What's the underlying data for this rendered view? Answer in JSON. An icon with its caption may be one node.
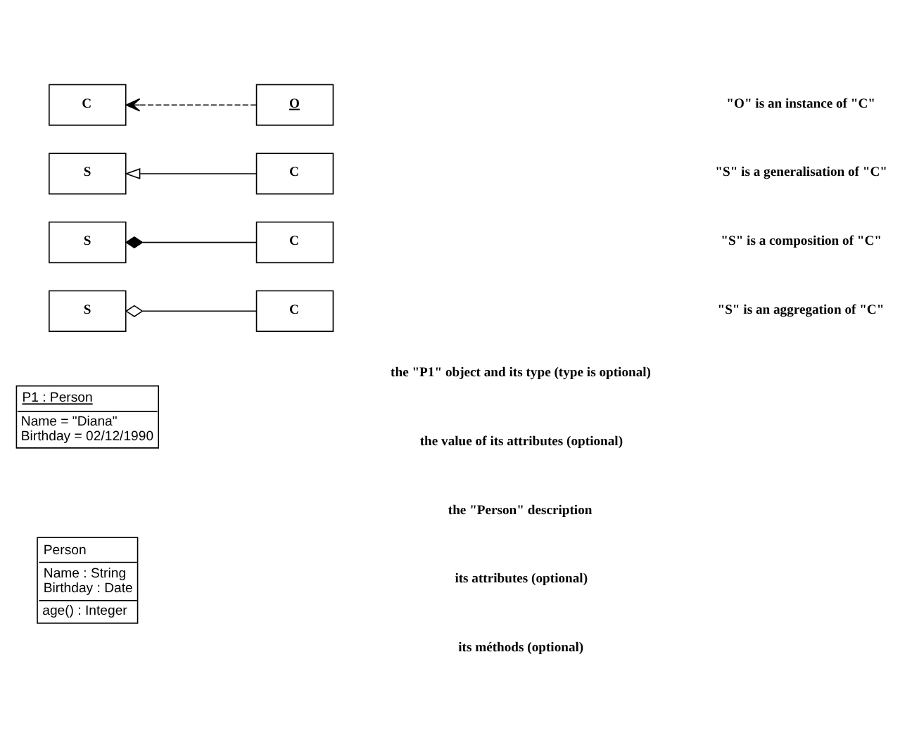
{
  "diagram": {
    "nodes": [
      {
        "text": [
          "Person",
          "Name : String",
          "Birthday : Date",
          "age() : Integer"
        ]
      },
      {
        "text": [
          "P1 : Person",
          "Name = \"Diana\"",
          "Birthday = 02/12/1990"
        ]
      },
      {
        "text": [
          "S"
        ]
      },
      {
        "text": [
          "C"
        ]
      },
      {
        "text": [
          "S"
        ]
      },
      {
        "text": [
          "C"
        ]
      },
      {
        "text": [
          "S"
        ]
      },
      {
        "text": [
          "C"
        ]
      },
      {
        "text": [
          "C"
        ]
      },
      {
        "text": [
          "O"
        ]
      }
    ],
    "edges": [
      {
        "from": 2,
        "to": 3,
        "arrow": "other"
      },
      {
        "from": 4,
        "to": 5,
        "arrow": "other"
      },
      {
        "from": 7,
        "to": 6,
        "arrow": "to"
      },
      {
        "from": 9,
        "to": 8,
        "arrow": "to",
        "style": "dashed"
      }
    ],
    "labels": [
      "the \"Person\" description",
      "its attributes (optional)",
      "its méthods (optional)",
      "the \"P1\" object and its type (type is optional)",
      "the value of its attributes (optional)",
      "\"S\" is an aggregation of \"C\"",
      "\"S\" is a composition of \"C\"",
      "\"S\" is a generalisation of \"C\"",
      "\"O\" is an instance of \"C\""
    ]
  }
}
